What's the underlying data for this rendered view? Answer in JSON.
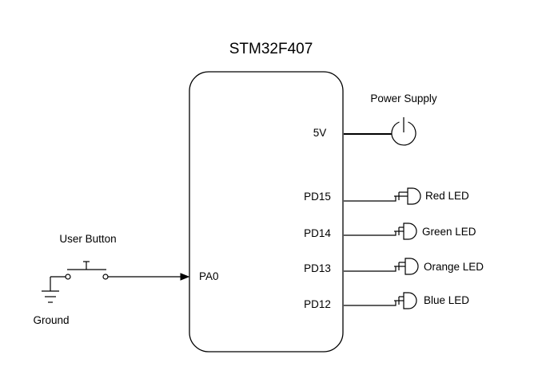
{
  "mcu": {
    "name": "STM32F407",
    "pins": {
      "power": "5V",
      "pd15": "PD15",
      "pd14": "PD14",
      "pd13": "PD13",
      "pd12": "PD12",
      "pa0": "PA0"
    }
  },
  "power_supply": {
    "label": "Power Supply",
    "icon": "power-symbol-icon"
  },
  "leds": [
    {
      "pin": "PD15",
      "label": "Red LED",
      "icon": "led-icon"
    },
    {
      "pin": "PD14",
      "label": "Green LED",
      "icon": "led-icon"
    },
    {
      "pin": "PD13",
      "label": "Orange LED",
      "icon": "led-icon"
    },
    {
      "pin": "PD12",
      "label": "Blue LED",
      "icon": "led-icon"
    }
  ],
  "user_button": {
    "label": "User Button",
    "icon": "push-button-switch-icon"
  },
  "ground": {
    "label": "Ground",
    "icon": "ground-symbol-icon"
  }
}
